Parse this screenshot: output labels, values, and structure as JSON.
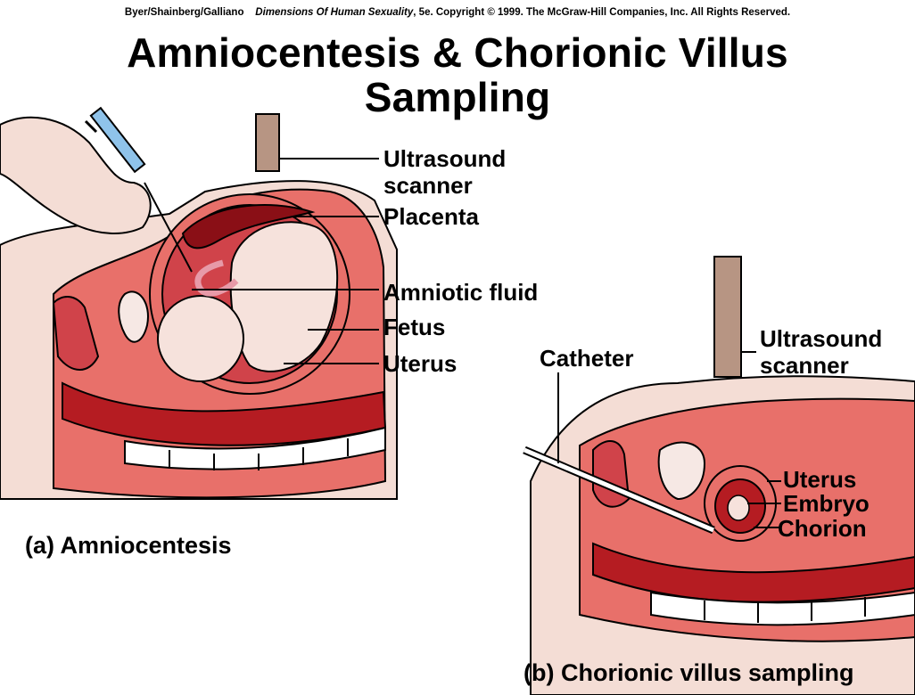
{
  "header": {
    "copyright_authors": "Byer/Shainberg/Galliano",
    "copyright_book": "Dimensions Of Human Sexuality",
    "copyright_rest": ", 5e. Copyright © 1999. The McGraw-Hill Companies, Inc. All Rights Reserved.",
    "title_line1": "Amniocentesis & Chorionic Villus",
    "title_line2": "Sampling"
  },
  "panel_a": {
    "caption": "(a)  Amniocentesis",
    "labels": {
      "ultrasound_1": "Ultrasound",
      "ultrasound_2": "scanner",
      "placenta": "Placenta",
      "amniotic_fluid": "Amniotic fluid",
      "fetus": "Fetus",
      "uterus": "Uterus"
    }
  },
  "panel_b": {
    "caption": "(b) Chorionic villus sampling",
    "labels": {
      "catheter": "Catheter",
      "ultrasound_1": "Ultrasound",
      "ultrasound_2": "scanner",
      "uterus": "Uterus",
      "embryo": "Embryo",
      "chorion": "Chorion"
    }
  },
  "colors": {
    "tissue": "#e8706a",
    "tissue_dark": "#b51c22",
    "maroon": "#8a0f16",
    "skin": "#f4ddd5",
    "probe": "#b79583",
    "bone": "#ffffff"
  }
}
